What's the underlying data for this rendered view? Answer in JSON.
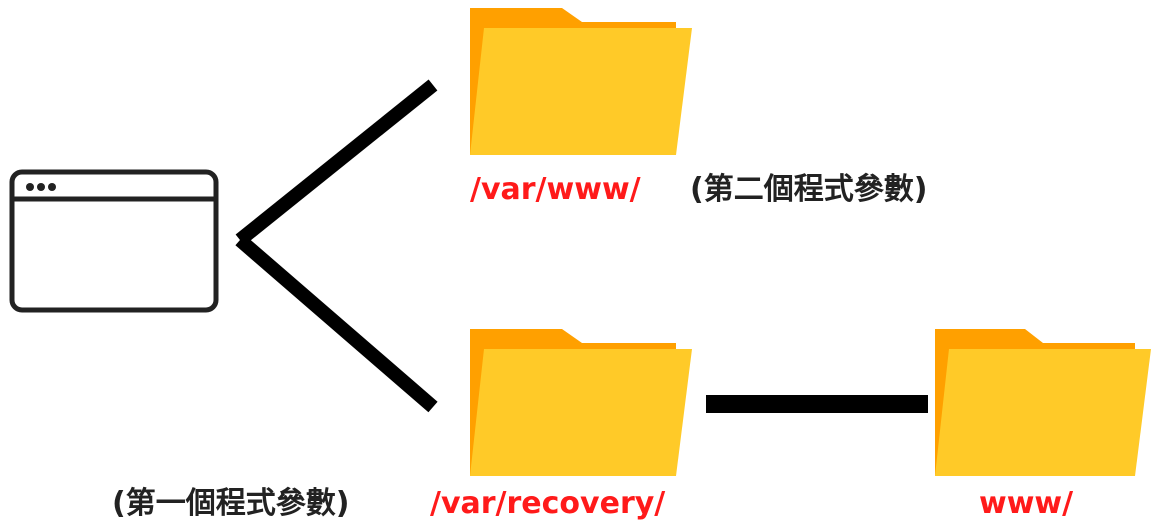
{
  "icons": {
    "app": "browser-window-icon",
    "folder": "folder-icon"
  },
  "colors": {
    "path_text": "#ff1a1a",
    "note_text": "#222222",
    "folder_front": "#ffca28",
    "folder_back": "#ffa000",
    "connector": "#000000"
  },
  "top_branch": {
    "path": "/var/www/",
    "note": "(第二個程式參數)"
  },
  "bottom_branch": {
    "note": "(第一個程式參數)",
    "path": "/var/recovery/",
    "child_path": "www/"
  }
}
